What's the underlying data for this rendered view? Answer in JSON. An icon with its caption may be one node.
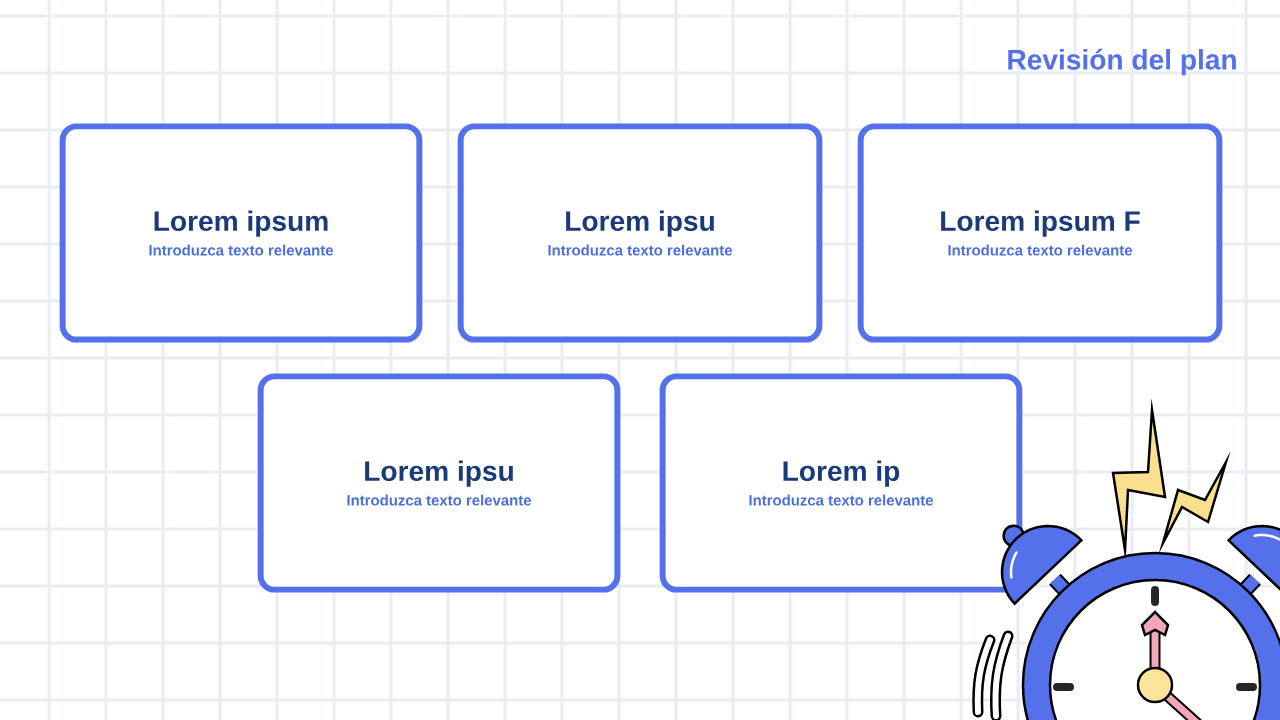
{
  "diagram": {
    "title": "Revisión del plan",
    "nodes": [
      {
        "text": [
          "Lorem ipsum",
          "Introduzca texto relevante"
        ]
      },
      {
        "text": [
          "Lorem ipsu",
          "Introduzca texto relevante"
        ]
      },
      {
        "text": [
          "Lorem ipsum F",
          "Introduzca texto relevante"
        ]
      },
      {
        "text": [
          "Lorem ipsu",
          "Introduzca texto relevante"
        ]
      },
      {
        "text": [
          "Lorem ip",
          "Introduzca texto relevante"
        ]
      }
    ]
  }
}
